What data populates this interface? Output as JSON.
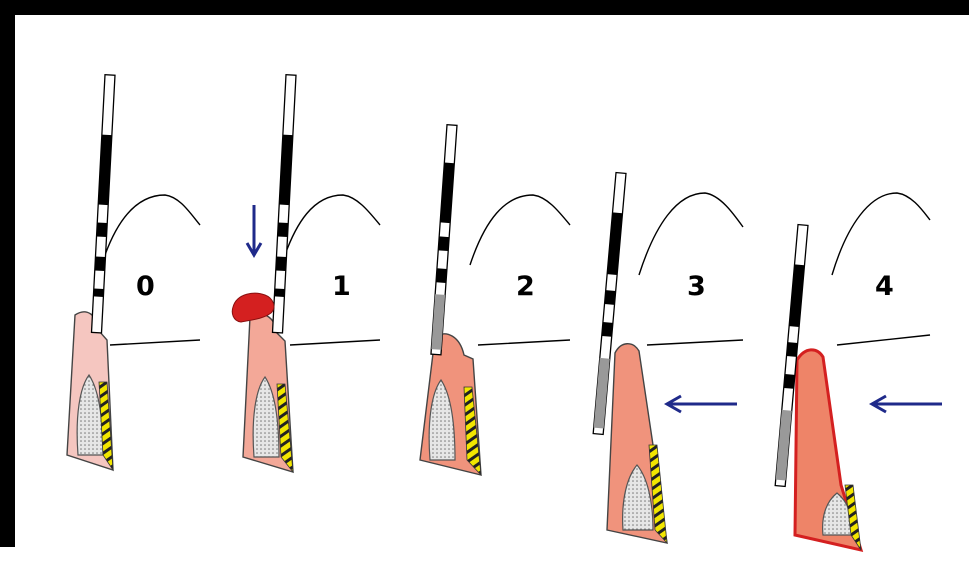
{
  "stages": [
    {
      "number": "0"
    },
    {
      "number": "1"
    },
    {
      "number": "2"
    },
    {
      "number": "3"
    },
    {
      "number": "4"
    }
  ],
  "colors": {
    "gingiva_healthy": "#f5c6c0",
    "gingiva_inflamed": "#f0937c",
    "bleeding_red": "#d42020",
    "arrow_blue": "#1f2a8a",
    "root_yellow": "#f2e600",
    "bone_gray": "#cfcfcf"
  },
  "icons": [
    "periodontal-probe-icon",
    "down-arrow-icon",
    "left-arrow-icon",
    "blood-drop-icon"
  ]
}
